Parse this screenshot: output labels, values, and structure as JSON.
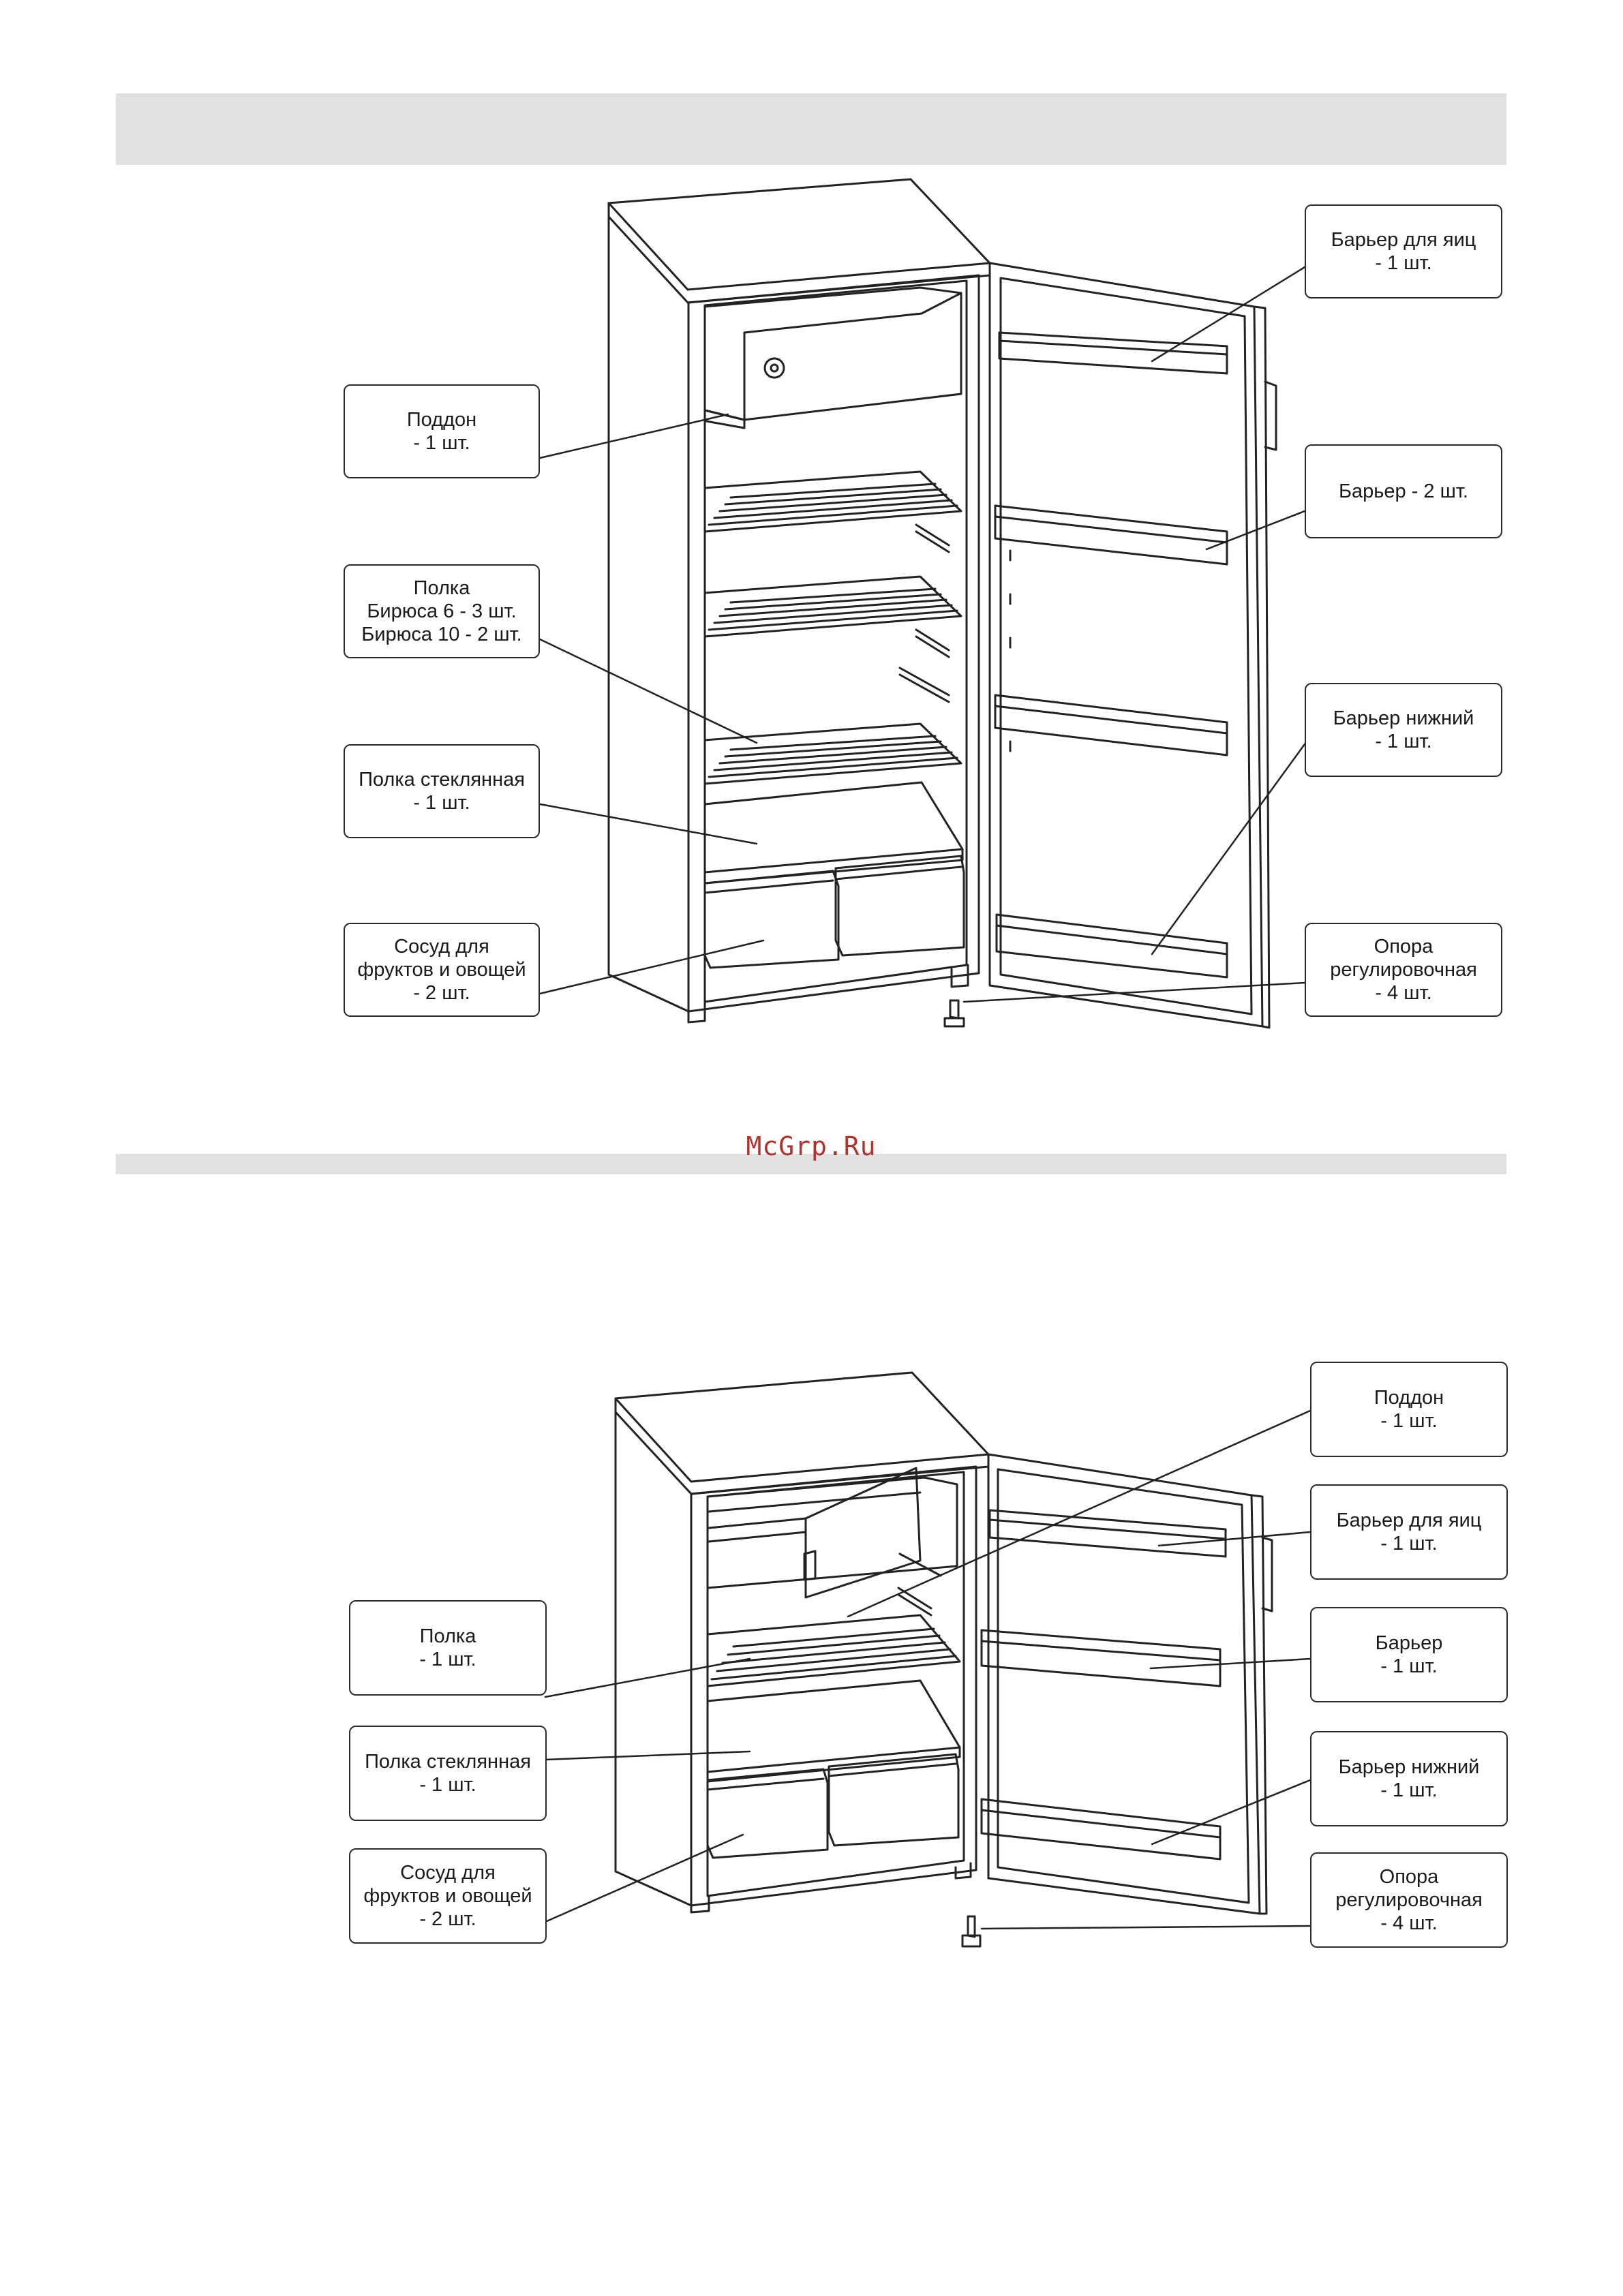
{
  "watermark": "McGrp.Ru",
  "diagram1": {
    "callouts": {
      "egg_barrier": "Барьер для яиц\n- 1 шт.",
      "tray": "Поддон\n- 1 шт.",
      "barrier": "Барьер - 2 шт.",
      "shelf": "Полка\nБирюса 6 - 3 шт.\nБирюса 10 - 2 шт.",
      "lower_barrier": "Барьер нижний\n- 1 шт.",
      "glass_shelf": "Полка стеклянная\n- 1 шт.",
      "crisper": "Сосуд  для\nфруктов и овощей\n- 2 шт.",
      "adjustable_foot": "Опора\nрегулировочная\n- 4 шт."
    }
  },
  "diagram2": {
    "callouts": {
      "tray": "Поддон\n- 1 шт.",
      "egg_barrier": "Барьер для яиц\n- 1 шт.",
      "shelf": "Полка\n- 1 шт.",
      "barrier": "Барьер\n- 1 шт.",
      "glass_shelf": "Полка стеклянная\n- 1 шт.",
      "lower_barrier": "Барьер нижний\n- 1 шт.",
      "crisper": "Сосуд  для\nфруктов и овощей\n- 2 шт.",
      "adjustable_foot": "Опора\nрегулировочная\n- 4 шт."
    }
  }
}
